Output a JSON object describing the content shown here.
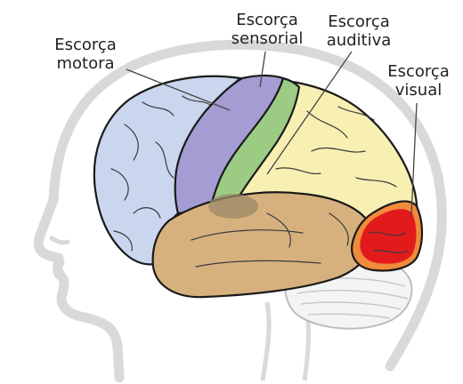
{
  "labels": {
    "motor": {
      "line1": "Escorça",
      "line2": "motora"
    },
    "sensory": {
      "line1": "Escorça",
      "line2": "sensorial"
    },
    "auditory": {
      "line1": "Escorça",
      "line2": "auditiva"
    },
    "visual": {
      "line1": "Escorça",
      "line2": "visual"
    }
  },
  "colors": {
    "frontal": "#c9d6ee",
    "motor": "#a49dd3",
    "sensory": "#9ccc84",
    "parietal": "#f7f0b2",
    "temporal": "#d6b17e",
    "visual_core": "#e31a1c",
    "visual_rim": "#f08a3c",
    "head_outline": "#d9d9d9",
    "leader_line": "#444444"
  }
}
